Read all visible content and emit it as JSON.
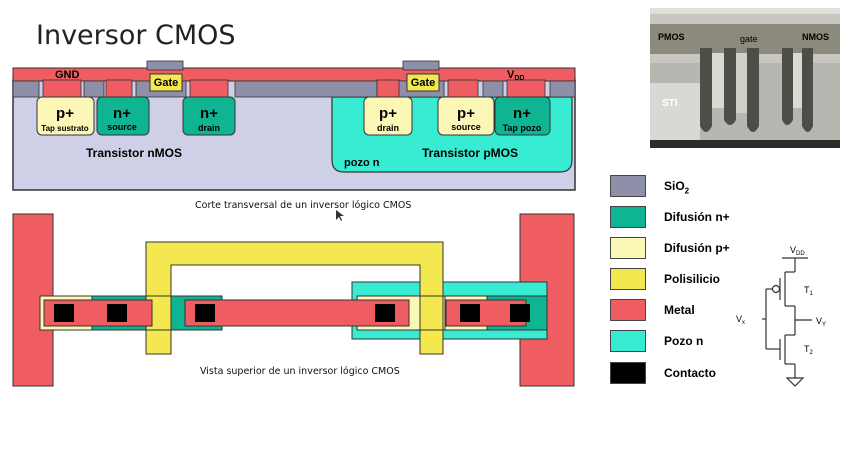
{
  "title": "Inversor CMOS",
  "cross_section": {
    "caption": "Corte transversal de un inversor lógico CMOS",
    "gnd": "GND",
    "vdd_main": "V",
    "vdd_sub": "DD",
    "gate": "Gate",
    "nmos_label": "Transistor nMOS",
    "pmos_label": "Transistor pMOS",
    "pozo_n": "pozo n",
    "regions": {
      "p_tap": {
        "main": "p+",
        "sub": "Tap sustrato"
      },
      "n_source": {
        "main": "n+",
        "sub": "source"
      },
      "n_drain": {
        "main": "n+",
        "sub": "drain"
      },
      "p_drain": {
        "main": "p+",
        "sub": "drain"
      },
      "p_source": {
        "main": "p+",
        "sub": "source"
      },
      "n_tap": {
        "main": "n+",
        "sub": "Tap pozo"
      }
    }
  },
  "top_view": {
    "caption": "Vista superior de un inversor lógico CMOS"
  },
  "legend": [
    {
      "label": "SiO",
      "sub": "2",
      "color": "#8e8fa8"
    },
    {
      "label": "Difusión n+",
      "sub": "",
      "color": "#0fb592"
    },
    {
      "label": "Difusión p+",
      "sub": "",
      "color": "#fbf7b6"
    },
    {
      "label": "Polisilicio",
      "sub": "",
      "color": "#f3e84f"
    },
    {
      "label": "Metal",
      "sub": "",
      "color": "#ef5c61"
    },
    {
      "label": "Pozo n",
      "sub": "",
      "color": "#37ecd3"
    },
    {
      "label": "Contacto",
      "sub": "",
      "color": "#000000"
    }
  ],
  "photo": {
    "pmos": "PMOS",
    "gate": "gate",
    "nmos": "NMOS",
    "sti": "STI"
  },
  "schematic": {
    "vdd_main": "V",
    "vdd_sub": "DD",
    "t1_main": "T",
    "t1_sub": "1",
    "t2_main": "T",
    "t2_sub": "2",
    "vx_main": "V",
    "vx_sub": "x",
    "vy_main": "V",
    "vy_sub": "Y"
  },
  "colors": {
    "metal": "#ef5c61",
    "poly": "#f3e84f",
    "ndiff": "#0fb592",
    "pdiff": "#fbf7b6",
    "nwell": "#37ecd3",
    "oxide": "#8e8fa8",
    "substrate": "#cfcfe8"
  }
}
